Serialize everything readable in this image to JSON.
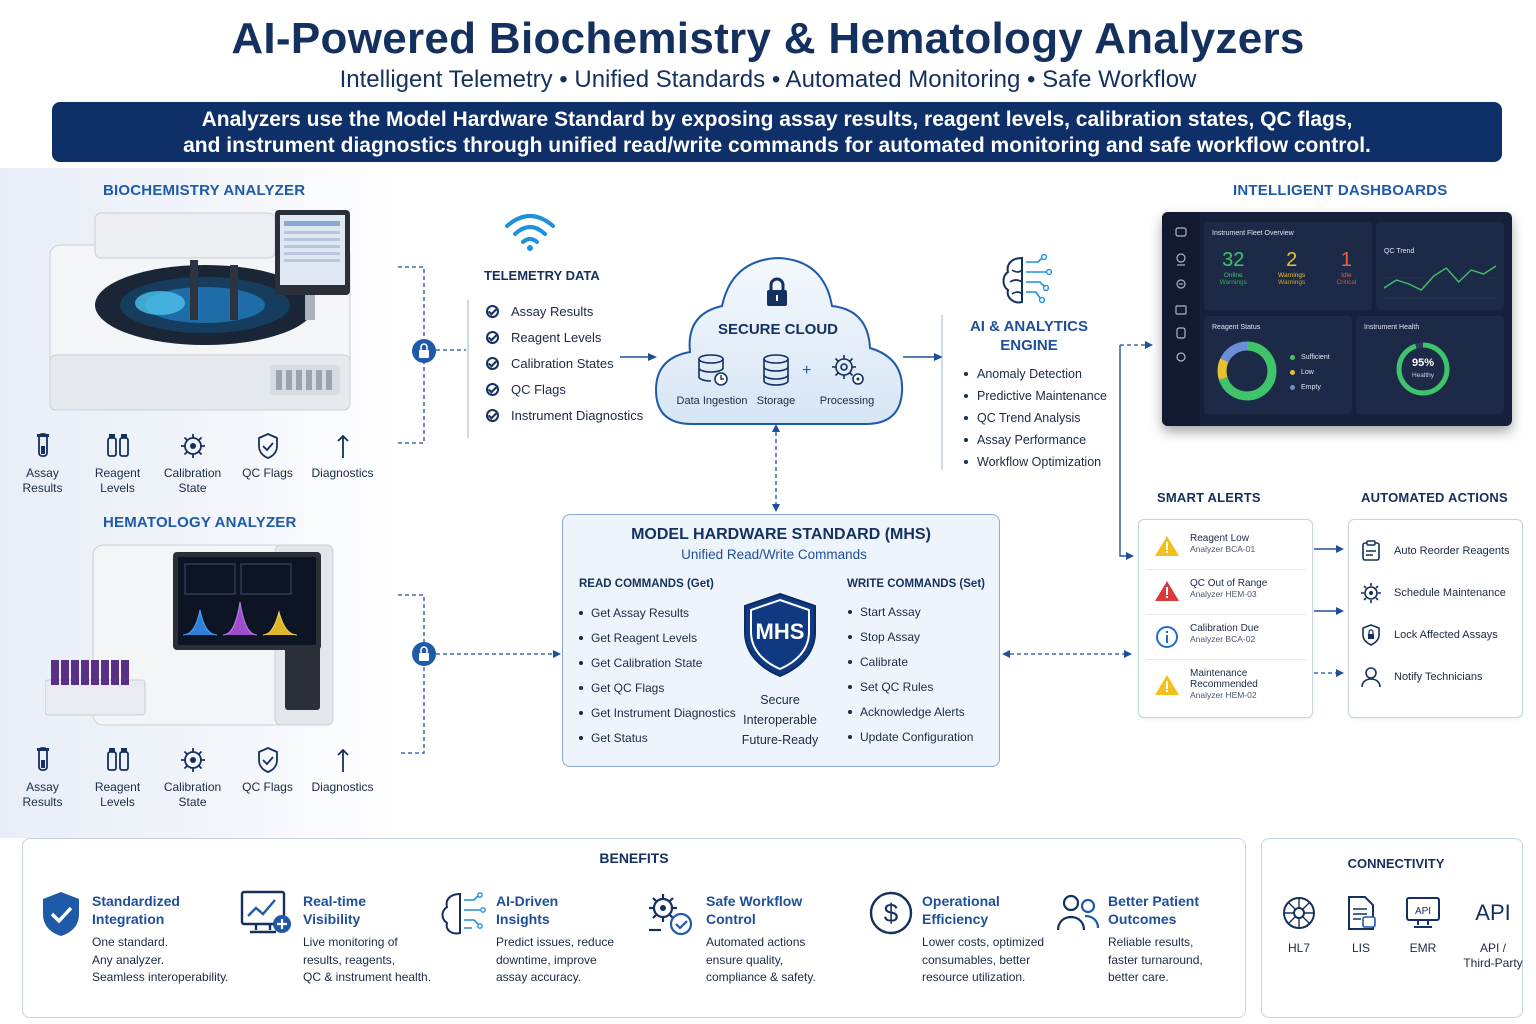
{
  "header": {
    "title": "AI-Powered Biochemistry & Hematology Analyzers",
    "subtitle": "Intelligent Telemetry • Unified Standards • Automated Monitoring • Safe Workflow",
    "banner_line1": "Analyzers use the Model Hardware Standard by exposing assay results, reagent levels, calibration states, QC flags,",
    "banner_line2": "and instrument diagnostics through unified read/write commands for automated monitoring and safe workflow control."
  },
  "biochemistry": {
    "title": "BIOCHEMISTRY ANALYZER",
    "icons": [
      {
        "icon": "test-tube-icon",
        "label1": "Assay",
        "label2": "Results"
      },
      {
        "icon": "reagent-bottles-icon",
        "label1": "Reagent",
        "label2": "Levels"
      },
      {
        "icon": "calibration-gear-icon",
        "label1": "Calibration",
        "label2": "State"
      },
      {
        "icon": "shield-check-icon",
        "label1": "QC Flags",
        "label2": ""
      },
      {
        "icon": "diagnostics-arrow-icon",
        "label1": "Diagnostics",
        "label2": ""
      }
    ]
  },
  "hematology": {
    "title": "HEMATOLOGY ANALYZER",
    "icons": [
      {
        "icon": "test-tube-icon",
        "label1": "Assay",
        "label2": "Results"
      },
      {
        "icon": "reagent-bottles-icon",
        "label1": "Reagent",
        "label2": "Levels"
      },
      {
        "icon": "calibration-gear-icon",
        "label1": "Calibration",
        "label2": "State"
      },
      {
        "icon": "shield-check-icon",
        "label1": "QC Flags",
        "label2": ""
      },
      {
        "icon": "diagnostics-arrow-icon",
        "label1": "Diagnostics",
        "label2": ""
      }
    ]
  },
  "telemetry": {
    "title": "TELEMETRY DATA",
    "items": [
      "Assay Results",
      "Reagent Levels",
      "Calibration States",
      "QC Flags",
      "Instrument Diagnostics"
    ]
  },
  "cloud": {
    "title": "SECURE CLOUD",
    "items": [
      "Data Ingestion",
      "Storage",
      "Processing"
    ],
    "plus": "+"
  },
  "ai": {
    "title_line1": "AI & ANALYTICS",
    "title_line2": "ENGINE",
    "items": [
      "Anomaly Detection",
      "Predictive Maintenance",
      "QC Trend Analysis",
      "Assay Performance",
      "Workflow Optimization"
    ]
  },
  "mhs": {
    "title": "MODEL HARDWARE STANDARD (MHS)",
    "subtitle": "Unified Read/Write Commands",
    "read_title": "READ COMMANDS (Get)",
    "read_items": [
      "Get Assay Results",
      "Get Reagent Levels",
      "Get Calibration State",
      "Get QC Flags",
      "Get Instrument Diagnostics",
      "Get Status"
    ],
    "write_title": "WRITE COMMANDS (Set)",
    "write_items": [
      "Start Assay",
      "Stop Assay",
      "Calibrate",
      "Set QC Rules",
      "Acknowledge Alerts",
      "Update Configuration"
    ],
    "shield_text": "MHS",
    "tagline": [
      "Secure",
      "Interoperable",
      "Future-Ready"
    ]
  },
  "dashboard": {
    "title": "INTELLIGENT DASHBOARDS",
    "fleet_title": "Instrument Fleet Overview",
    "fleet_stats": [
      {
        "value": "32",
        "label": "Online",
        "sub": "Warnings",
        "color": "#3fc46a"
      },
      {
        "value": "2",
        "label": "Warnings",
        "sub": "Warnings",
        "color": "#e6c230"
      },
      {
        "value": "1",
        "label": "Idle",
        "sub": "Critical",
        "color": "#e8623a"
      }
    ],
    "qc_title": "QC Trend",
    "qc_trend": [
      40,
      48,
      44,
      38,
      52,
      60,
      46,
      58,
      54,
      62
    ],
    "reagent_title": "Reagent Status",
    "reagent_legend": [
      {
        "label": "Sufficient",
        "color": "#3fc46a"
      },
      {
        "label": "Low",
        "color": "#e6c230"
      },
      {
        "label": "Empty",
        "color": "#6b8fd6"
      }
    ],
    "reagent_share": [
      0.7,
      0.12,
      0.18
    ],
    "health_title": "Instrument Health",
    "health_value": "95%",
    "health_label": "Healthy",
    "health_fraction": 0.95
  },
  "alerts": {
    "title": "SMART ALERTS",
    "items": [
      {
        "icon": "warning-yellow-icon",
        "title": "Reagent Low",
        "sub": "Analyzer BCA-01",
        "sub2": ""
      },
      {
        "icon": "warning-red-icon",
        "title": "QC Out of Range",
        "sub": "Analyzer HEM-03",
        "sub2": ""
      },
      {
        "icon": "info-icon",
        "title": "Calibration Due",
        "sub": "Analyzer BCA-02",
        "sub2": ""
      },
      {
        "icon": "warning-yellow-icon",
        "title": "Maintenance",
        "sub": "Recommended",
        "sub2": "Analyzer HEM-02"
      }
    ]
  },
  "actions": {
    "title": "AUTOMATED ACTIONS",
    "items": [
      "Auto Reorder Reagents",
      "Schedule Maintenance",
      "Lock Affected Assays",
      "Notify Technicians"
    ]
  },
  "benefits": {
    "title": "BENEFITS",
    "items": [
      {
        "icon": "shield-check-icon",
        "title1": "Standardized",
        "title2": "Integration",
        "desc": [
          "One standard.",
          "Any analyzer.",
          "Seamless interoperability."
        ]
      },
      {
        "icon": "monitor-chart-icon",
        "title1": "Real-time",
        "title2": "Visibility",
        "desc": [
          "Live monitoring of",
          "results, reagents,",
          "QC & instrument health."
        ]
      },
      {
        "icon": "brain-circuit-icon",
        "title1": "AI-Driven",
        "title2": "Insights",
        "desc": [
          "Predict issues, reduce",
          "downtime, improve",
          "assay accuracy."
        ]
      },
      {
        "icon": "workflow-gear-icon",
        "title1": "Safe Workflow",
        "title2": "Control",
        "desc": [
          "Automated actions",
          "ensure quality,",
          "compliance & safety."
        ]
      },
      {
        "icon": "dollar-circle-icon",
        "title1": "Operational",
        "title2": "Efficiency",
        "desc": [
          "Lower costs, optimized",
          "consumables, better",
          "resource utilization."
        ]
      },
      {
        "icon": "people-icon",
        "title1": "Better Patient",
        "title2": "Outcomes",
        "desc": [
          "Reliable results,",
          "faster turnaround,",
          "better care."
        ]
      }
    ]
  },
  "connectivity": {
    "title": "CONNECTIVITY",
    "items": [
      {
        "icon": "hl7-network-icon",
        "label1": "HL7",
        "label2": ""
      },
      {
        "icon": "lis-document-icon",
        "label1": "LIS",
        "label2": ""
      },
      {
        "icon": "emr-api-icon",
        "label1": "EMR",
        "label2": ""
      },
      {
        "icon": "api-text-icon",
        "label1": "API /",
        "label2": "Third-Party"
      }
    ],
    "api_glyph": "API",
    "emr_glyph": "API"
  }
}
